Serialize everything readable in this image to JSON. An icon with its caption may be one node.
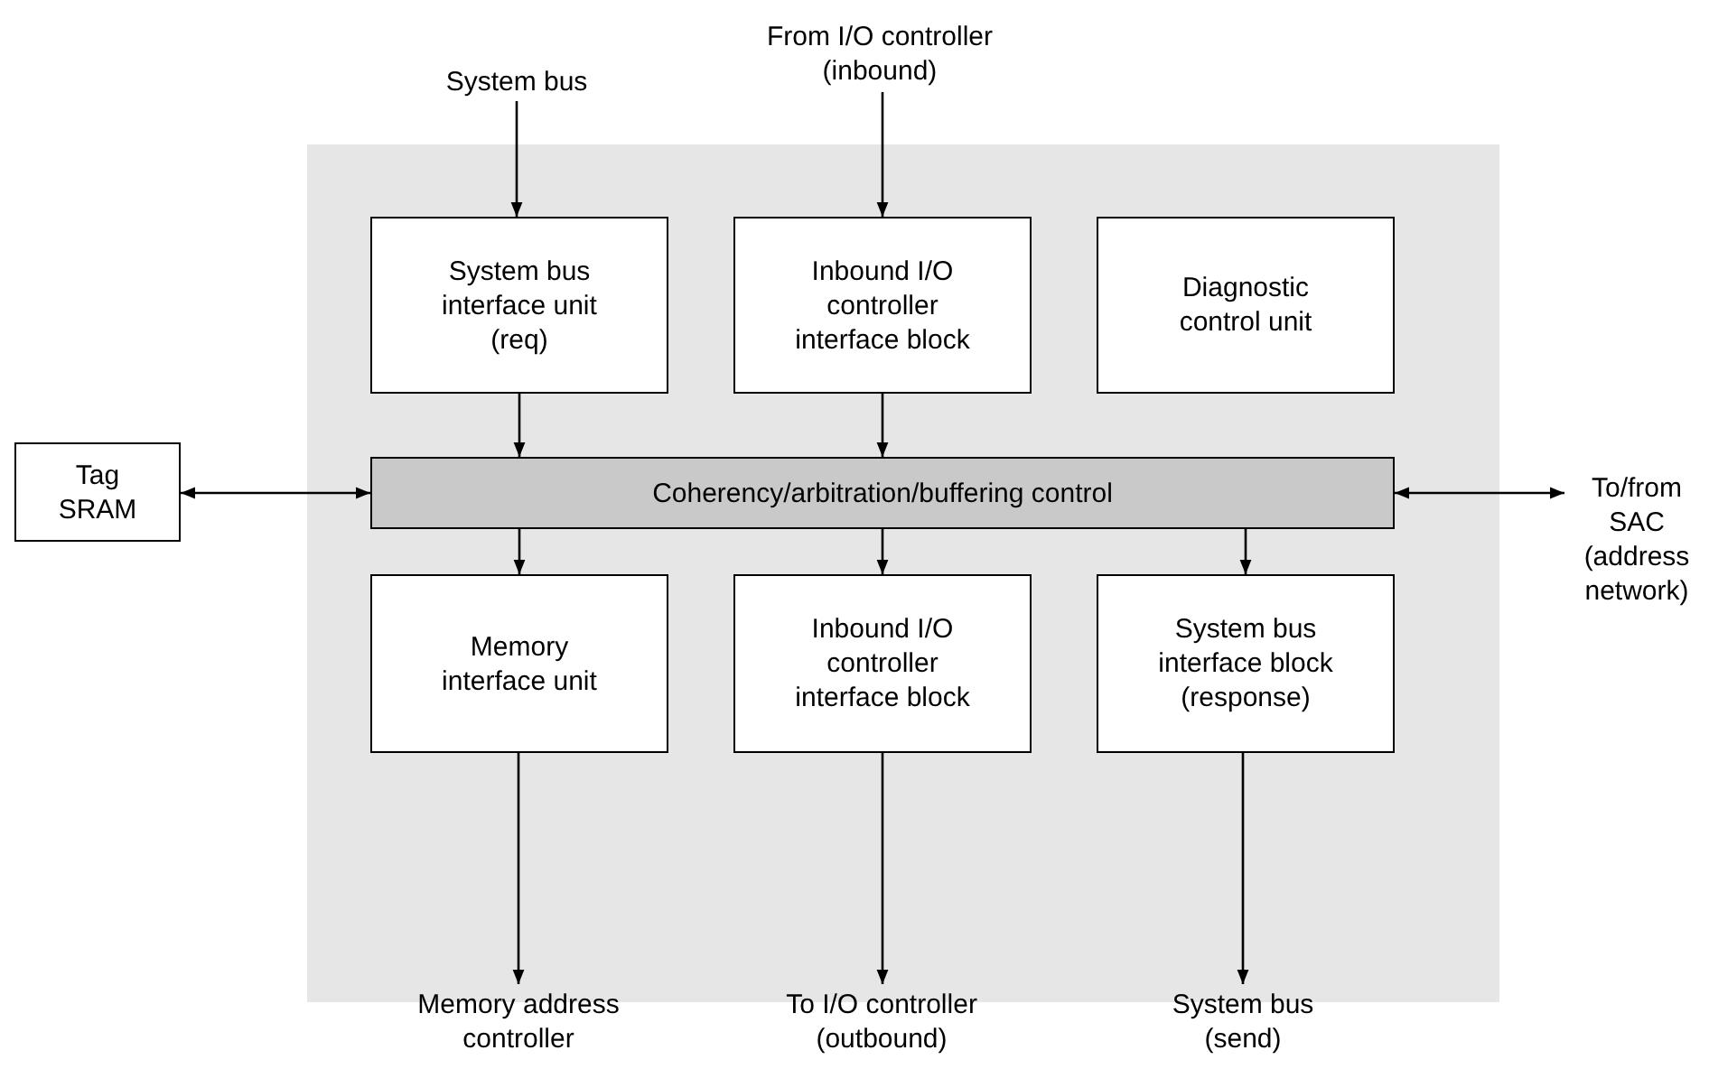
{
  "diagram": {
    "nodes": [
      {
        "text": [
          "System bus"
        ]
      },
      {
        "text": [
          "From I/O controller (inbound)"
        ]
      },
      {
        "text": [],
        "shape": "box"
      },
      {
        "text": [
          "System bus interface unit (req)"
        ],
        "in": 2
      },
      {
        "text": [
          "Inbound I/O controller interface block"
        ],
        "in": 2
      },
      {
        "text": [
          "Diagnostic control unit"
        ],
        "in": 2
      },
      {
        "text": [
          "Tag SRAM"
        ]
      },
      {
        "text": [
          "Coherency/arbitration/buffering control"
        ],
        "in": 2
      },
      {
        "text": [
          "To/from SAC (address network)"
        ]
      },
      {
        "text": [
          "Memory interface unit"
        ],
        "in": 2
      },
      {
        "text": [
          "Inbound I/O controller interface block"
        ],
        "in": 2
      },
      {
        "text": [
          "System bus interface block (response)"
        ],
        "in": 2
      },
      {
        "text": [
          "Memory address controller"
        ]
      },
      {
        "text": [
          "To I/O controller (outbound)"
        ]
      },
      {
        "text": [
          "System bus (send)"
        ]
      }
    ],
    "edges": [
      {
        "from": 0,
        "to": 3,
        "arrow": "to"
      },
      {
        "from": 1,
        "to": 4,
        "arrow": "to"
      },
      {
        "from": 3,
        "to": 7,
        "arrow": "to"
      },
      {
        "from": 4,
        "to": 7,
        "arrow": "to"
      },
      {
        "from": 6,
        "to": 7,
        "arrow": "both"
      },
      {
        "from": 7,
        "to": 8,
        "arrow": "both"
      },
      {
        "from": 7,
        "to": 9,
        "arrow": "to"
      },
      {
        "from": 7,
        "to": 10,
        "arrow": "to"
      },
      {
        "from": 7,
        "to": 11,
        "arrow": "to"
      },
      {
        "from": 9,
        "to": 12,
        "arrow": "to"
      },
      {
        "from": 10,
        "to": 13,
        "arrow": "to"
      },
      {
        "from": 11,
        "to": 14,
        "arrow": "to"
      }
    ]
  }
}
